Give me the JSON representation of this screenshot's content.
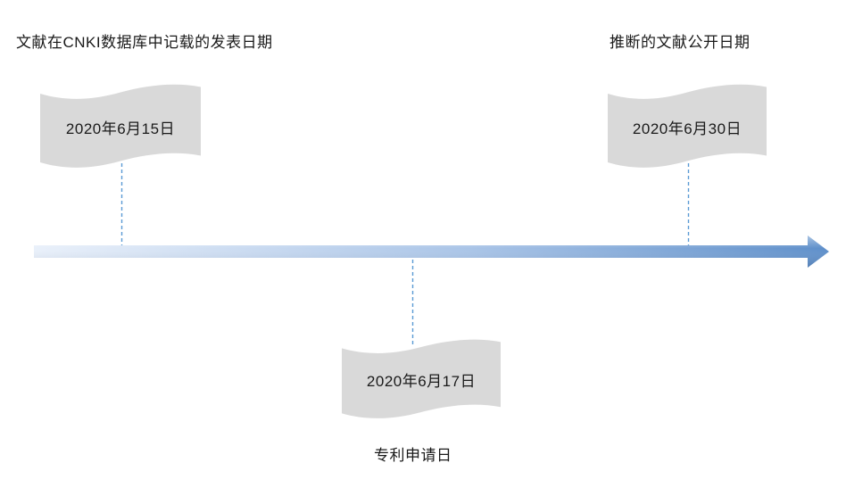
{
  "diagram": {
    "annotations": {
      "top_left_label": "文献在CNKI数据库中记载的发表日期",
      "top_right_label": "推断的文献公开日期",
      "bottom_label": "专利申请日"
    },
    "events": [
      {
        "name": "cnki-recorded-publication-date",
        "date": "2020年6月15日"
      },
      {
        "name": "patent-application-date",
        "date": "2020年6月17日"
      },
      {
        "name": "inferred-disclosure-date",
        "date": "2020年6月30日"
      }
    ]
  },
  "colors": {
    "text": "#1a1a1a",
    "flag_fill": "#d9d9d9",
    "connector_stroke": "#5b9bd5",
    "arrow_gradient_start": "#e9f0fa",
    "arrow_gradient_mid": "#a9c4e7",
    "arrow_gradient_end": "#5e8fca"
  }
}
